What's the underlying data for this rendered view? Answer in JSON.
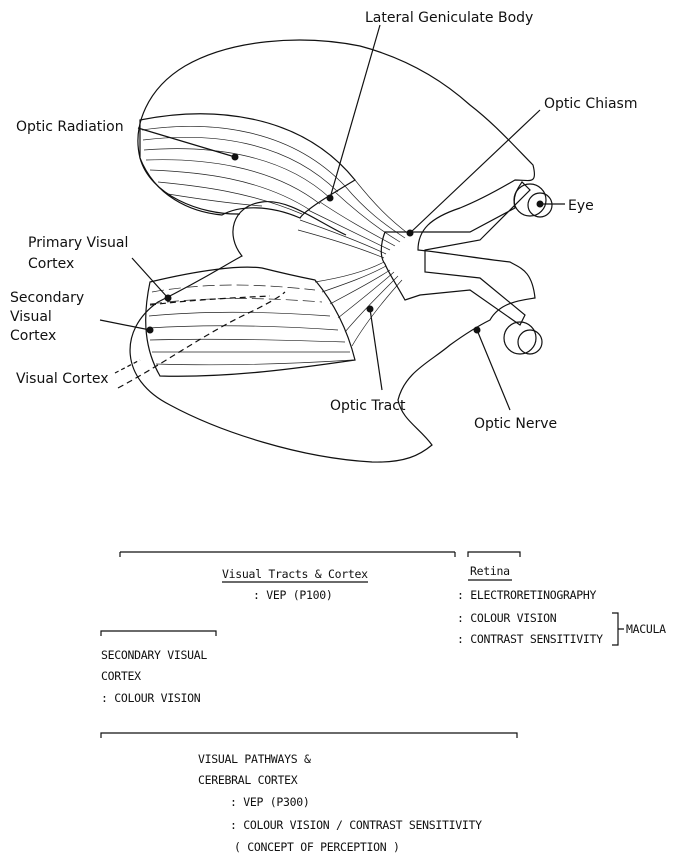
{
  "diagram": {
    "labels": {
      "lateral_geniculate_body": "Lateral Geniculate Body",
      "optic_radiation": "Optic Radiation",
      "optic_chiasm": "Optic Chiasm",
      "eye": "Eye",
      "primary_visual_cortex_line1": "Primary Visual",
      "primary_visual_cortex_line2": "Cortex",
      "secondary_visual_cortex_line1": "Secondary",
      "secondary_visual_cortex_line2": "Visual",
      "secondary_visual_cortex_line3": "Cortex",
      "visual_cortex": "Visual Cortex",
      "optic_tract": "Optic Tract",
      "optic_nerve": "Optic Nerve"
    }
  },
  "sections": {
    "visual_tracts": {
      "title": "Visual Tracts & Cortex",
      "line1": ": VEP (P100)"
    },
    "retina": {
      "title": "Retina",
      "line1": ": ELECTRORETINOGRAPHY",
      "line2": ": COLOUR VISION",
      "line3": ": CONTRAST SENSITIVITY",
      "macula": "MACULA"
    },
    "secondary_cortex": {
      "line1": "SECONDARY VISUAL",
      "line2": "CORTEX",
      "line3": ": COLOUR VISION"
    },
    "pathways": {
      "line1": "VISUAL PATHWAYS &",
      "line2": "CEREBRAL CORTEX",
      "line3": ": VEP (P300)",
      "line4": ": COLOUR VISION / CONTRAST SENSITIVITY",
      "line5": "( CONCEPT OF PERCEPTION )"
    }
  }
}
